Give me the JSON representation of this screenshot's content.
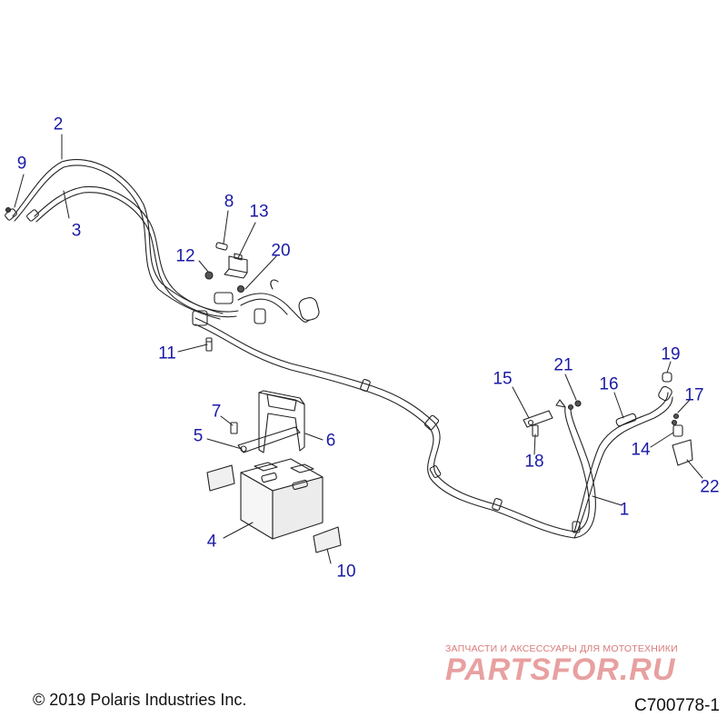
{
  "diagram": {
    "callouts": [
      {
        "label": "1"
      },
      {
        "label": "2"
      },
      {
        "label": "3"
      },
      {
        "label": "4"
      },
      {
        "label": "5"
      },
      {
        "label": "6"
      },
      {
        "label": "7"
      },
      {
        "label": "8"
      },
      {
        "label": "9"
      },
      {
        "label": "10"
      },
      {
        "label": "11"
      },
      {
        "label": "12"
      },
      {
        "label": "13"
      },
      {
        "label": "14"
      },
      {
        "label": "15"
      },
      {
        "label": "16"
      },
      {
        "label": "17"
      },
      {
        "label": "18"
      },
      {
        "label": "19"
      },
      {
        "label": "20"
      },
      {
        "label": "21"
      },
      {
        "label": "22"
      }
    ],
    "footer": {
      "copyright": "© 2019 Polaris Industries Inc.",
      "drawing_number": "C700778-1"
    },
    "watermark": {
      "tagline": "ЗАПЧАСТИ И АКСЕССУАРЫ ДЛЯ МОТОТЕХНИКИ",
      "logo": "PARTSFOR.RU"
    },
    "colors": {
      "callout_text": "#1a1aa6",
      "line_art": "#222222",
      "watermark": "#e8a0a0"
    }
  }
}
